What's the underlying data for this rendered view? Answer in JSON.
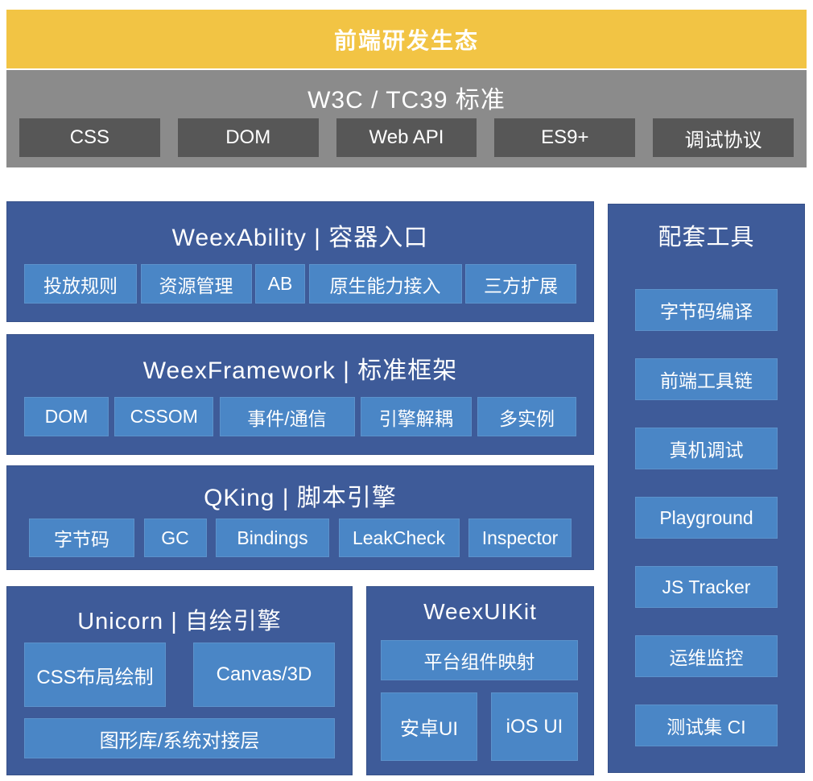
{
  "colors": {
    "banner_yellow": "#F2C444",
    "standards_gray": "#8B8B8B",
    "standards_chip_dark": "#575757",
    "panel_blue": "#3E5B99",
    "chip_blue": "#4A86C6",
    "text": "#FFFFFF"
  },
  "top": {
    "ecosystem_title": "前端研发生态",
    "standards": {
      "title": "W3C / TC39 标准",
      "chips": [
        "CSS",
        "DOM",
        "Web API",
        "ES9+",
        "调试协议"
      ]
    }
  },
  "sections": {
    "weexability": {
      "title": "WeexAbility | 容器入口",
      "chips": [
        "投放规则",
        "资源管理",
        "AB",
        "原生能力接入",
        "三方扩展"
      ]
    },
    "weexframework": {
      "title": "WeexFramework | 标准框架",
      "chips": [
        "DOM",
        "CSSOM",
        "事件/通信",
        "引擎解耦",
        "多实例"
      ]
    },
    "qking": {
      "title": "QKing | 脚本引擎",
      "chips": [
        "字节码",
        "GC",
        "Bindings",
        "LeakCheck",
        "Inspector"
      ]
    },
    "unicorn": {
      "title": "Unicorn | 自绘引擎",
      "row1": [
        "CSS布局绘制",
        "Canvas/3D"
      ],
      "row2": [
        "图形库/系统对接层"
      ]
    },
    "weexuikit": {
      "title": "WeexUIKit",
      "row1": [
        "平台组件映射"
      ],
      "row2": [
        "安卓UI",
        "iOS UI"
      ]
    },
    "tools": {
      "title": "配套工具",
      "chips": [
        "字节码编译",
        "前端工具链",
        "真机调试",
        "Playground",
        "JS Tracker",
        "运维监控",
        "测试集 CI"
      ]
    }
  }
}
